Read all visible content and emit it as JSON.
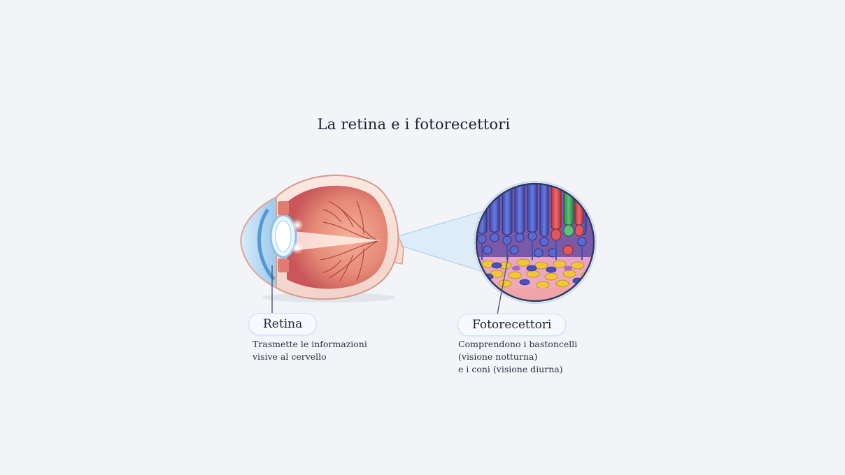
{
  "title": "La retina e i fotorecettori",
  "labels": {
    "retina": {
      "name": "Retina",
      "description": [
        "Trasmette le informazioni",
        "visive al cervello"
      ]
    },
    "photoreceptors": {
      "name": "Fotorecettori",
      "description": [
        "Comprendono i bastoncelli",
        "(visione notturna)",
        "e i coni (visione diurna)"
      ]
    }
  },
  "colors": {
    "background": "#f2f4f8",
    "rod": "#4a58c0",
    "cone_red": "#d8454a",
    "cone_green": "#3ea15a",
    "yellow_cells": "#f2c53a"
  }
}
